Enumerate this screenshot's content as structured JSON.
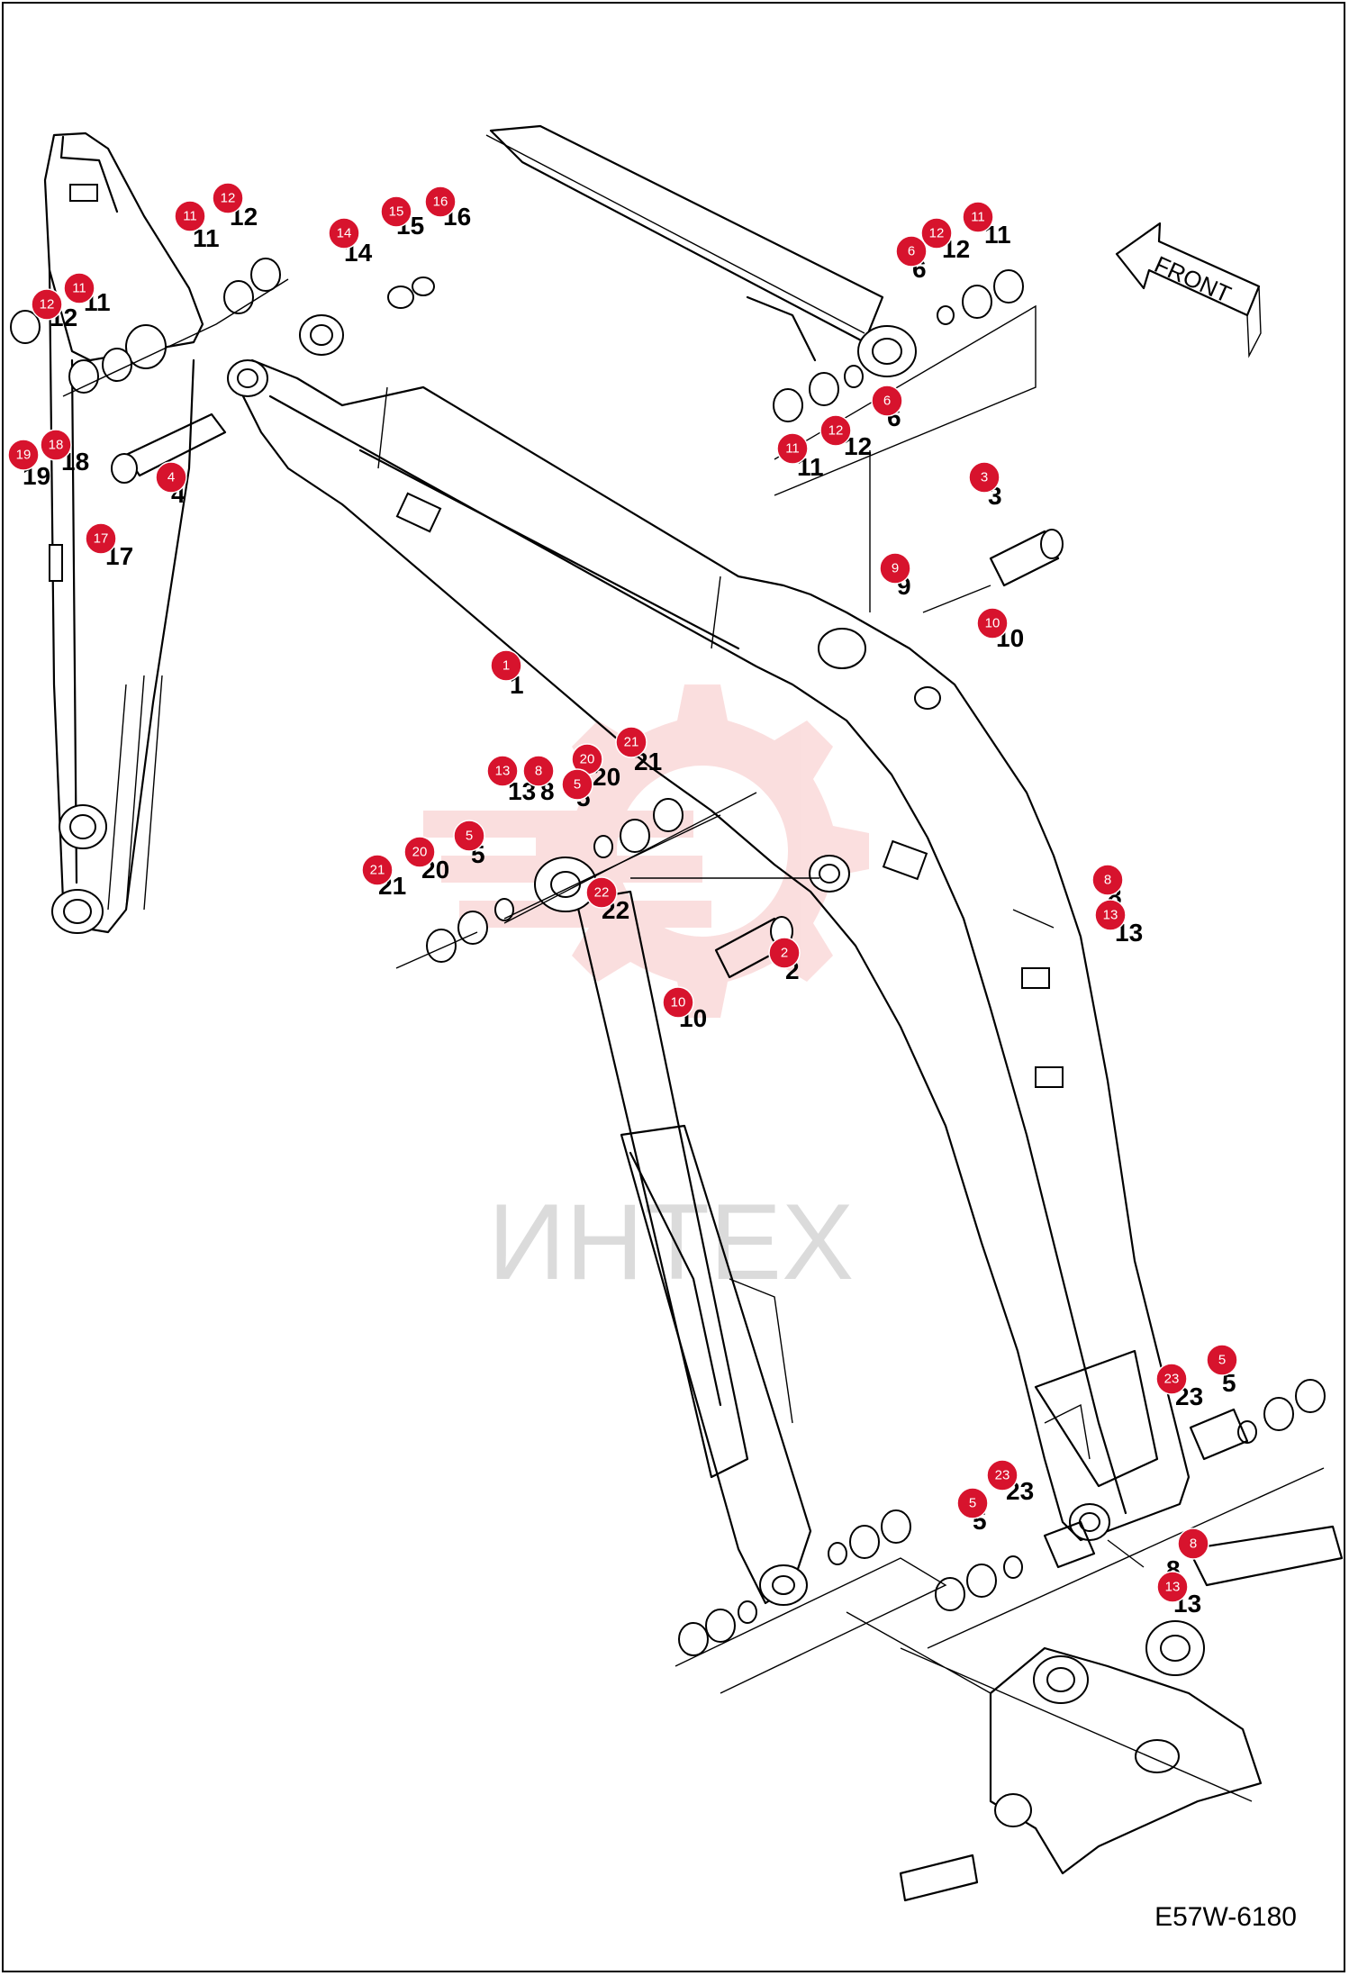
{
  "drawing_code": "E57W-6180",
  "direction_label": "FRONT",
  "watermark_text": "ИНТЕХ",
  "callouts": [
    {
      "id": "c11a",
      "num": "11"
    },
    {
      "id": "c12a",
      "num": "12"
    },
    {
      "id": "c12b",
      "num": "12"
    },
    {
      "id": "c11b",
      "num": "11"
    },
    {
      "id": "c14",
      "num": "14"
    },
    {
      "id": "c15",
      "num": "15"
    },
    {
      "id": "c16",
      "num": "16"
    },
    {
      "id": "c19",
      "num": "19"
    },
    {
      "id": "c18",
      "num": "18"
    },
    {
      "id": "c4",
      "num": "4"
    },
    {
      "id": "c17",
      "num": "17"
    },
    {
      "id": "c6a",
      "num": "6"
    },
    {
      "id": "c12c",
      "num": "12"
    },
    {
      "id": "c11c",
      "num": "11"
    },
    {
      "id": "c6b",
      "num": "6"
    },
    {
      "id": "c12d",
      "num": "12"
    },
    {
      "id": "c11d",
      "num": "11"
    },
    {
      "id": "c3",
      "num": "3"
    },
    {
      "id": "c9",
      "num": "9"
    },
    {
      "id": "c10a",
      "num": "10"
    },
    {
      "id": "c1",
      "num": "1"
    },
    {
      "id": "c13a",
      "num": "13"
    },
    {
      "id": "c8a",
      "num": "8"
    },
    {
      "id": "c20a",
      "num": "20"
    },
    {
      "id": "c21a",
      "num": "21"
    },
    {
      "id": "c5a",
      "num": "5"
    },
    {
      "id": "c20b",
      "num": "20"
    },
    {
      "id": "c5b",
      "num": "5"
    },
    {
      "id": "c21b",
      "num": "21"
    },
    {
      "id": "c22",
      "num": "22"
    },
    {
      "id": "c2",
      "num": "2"
    },
    {
      "id": "c10b",
      "num": "10"
    },
    {
      "id": "c8b",
      "num": "8"
    },
    {
      "id": "c13b",
      "num": "13"
    },
    {
      "id": "c23a",
      "num": "23"
    },
    {
      "id": "c5c",
      "num": "5"
    },
    {
      "id": "c23b",
      "num": "23"
    },
    {
      "id": "c5d",
      "num": "5"
    },
    {
      "id": "c8c",
      "num": "8"
    },
    {
      "id": "c13c",
      "num": "13"
    }
  ],
  "part_labels": [
    {
      "id": "l11a",
      "text": "11"
    },
    {
      "id": "l12a",
      "text": "12"
    },
    {
      "id": "l12b",
      "text": "12"
    },
    {
      "id": "l11b",
      "text": "11"
    },
    {
      "id": "l14",
      "text": "14"
    },
    {
      "id": "l15",
      "text": "15"
    },
    {
      "id": "l16",
      "text": "16"
    },
    {
      "id": "l19",
      "text": "19"
    },
    {
      "id": "l18",
      "text": "18"
    },
    {
      "id": "l4",
      "text": "4"
    },
    {
      "id": "l17",
      "text": "17"
    },
    {
      "id": "l6a",
      "text": "6"
    },
    {
      "id": "l12c",
      "text": "12"
    },
    {
      "id": "l11c",
      "text": "11"
    },
    {
      "id": "l6b",
      "text": "6"
    },
    {
      "id": "l12d",
      "text": "12"
    },
    {
      "id": "l11d",
      "text": "11"
    },
    {
      "id": "l3",
      "text": "3"
    },
    {
      "id": "l9",
      "text": "9"
    },
    {
      "id": "l10a",
      "text": "10"
    },
    {
      "id": "l1",
      "text": "1"
    },
    {
      "id": "l13a",
      "text": "13"
    },
    {
      "id": "l8a",
      "text": "8"
    },
    {
      "id": "l20a",
      "text": "20"
    },
    {
      "id": "l21a",
      "text": "21"
    },
    {
      "id": "l5a",
      "text": "5"
    },
    {
      "id": "l20b",
      "text": "20"
    },
    {
      "id": "l5b",
      "text": "5"
    },
    {
      "id": "l21b",
      "text": "21"
    },
    {
      "id": "l22",
      "text": "22"
    },
    {
      "id": "l2",
      "text": "2"
    },
    {
      "id": "l10b",
      "text": "10"
    },
    {
      "id": "l8b",
      "text": "8"
    },
    {
      "id": "l13b",
      "text": "13"
    },
    {
      "id": "l23a",
      "text": "23"
    },
    {
      "id": "l5c",
      "text": "5"
    },
    {
      "id": "l23b",
      "text": "23"
    },
    {
      "id": "l5d",
      "text": "5"
    },
    {
      "id": "l8c",
      "text": "8"
    },
    {
      "id": "l13c",
      "text": "13"
    }
  ],
  "colors": {
    "callout": "#d7132d",
    "watermark": "#e63a3a",
    "line": "#000000"
  }
}
